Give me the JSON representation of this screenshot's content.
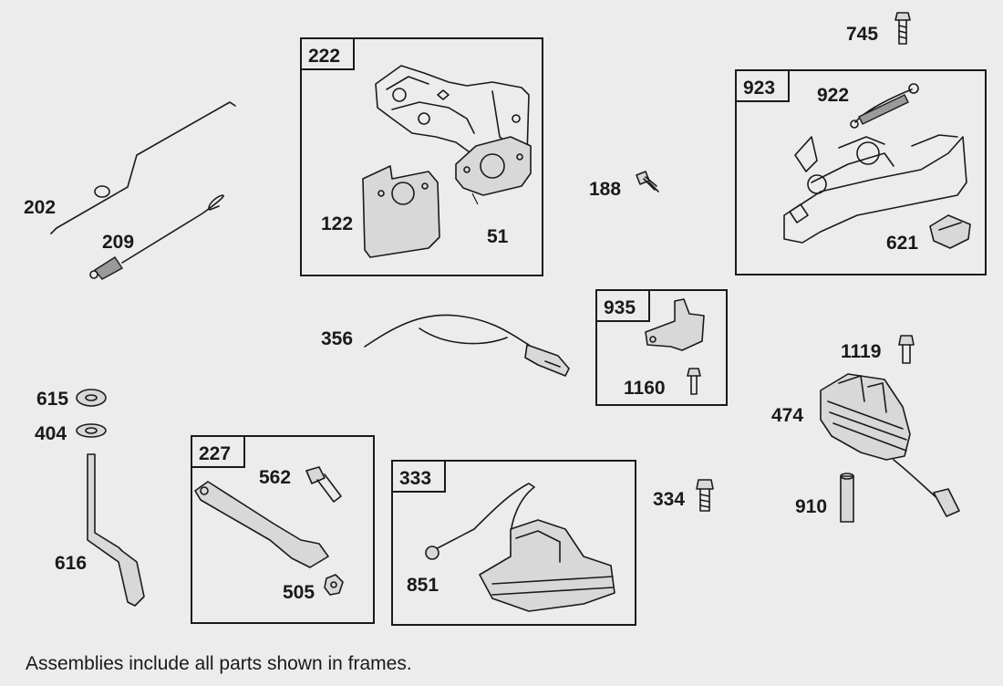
{
  "frames": {
    "f222": "222",
    "f923": "923",
    "f935": "935",
    "f227": "227",
    "f333": "333"
  },
  "labels": {
    "p745": "745",
    "p922": "922",
    "p202": "202",
    "p209": "209",
    "p122": "122",
    "p51": "51",
    "p188": "188",
    "p621": "621",
    "p356": "356",
    "p1160": "1160",
    "p1119": "1119",
    "p474": "474",
    "p615": "615",
    "p404": "404",
    "p616": "616",
    "p562": "562",
    "p505": "505",
    "p851": "851",
    "p334": "334",
    "p910": "910"
  },
  "footnote": "Assemblies include all parts shown in frames."
}
